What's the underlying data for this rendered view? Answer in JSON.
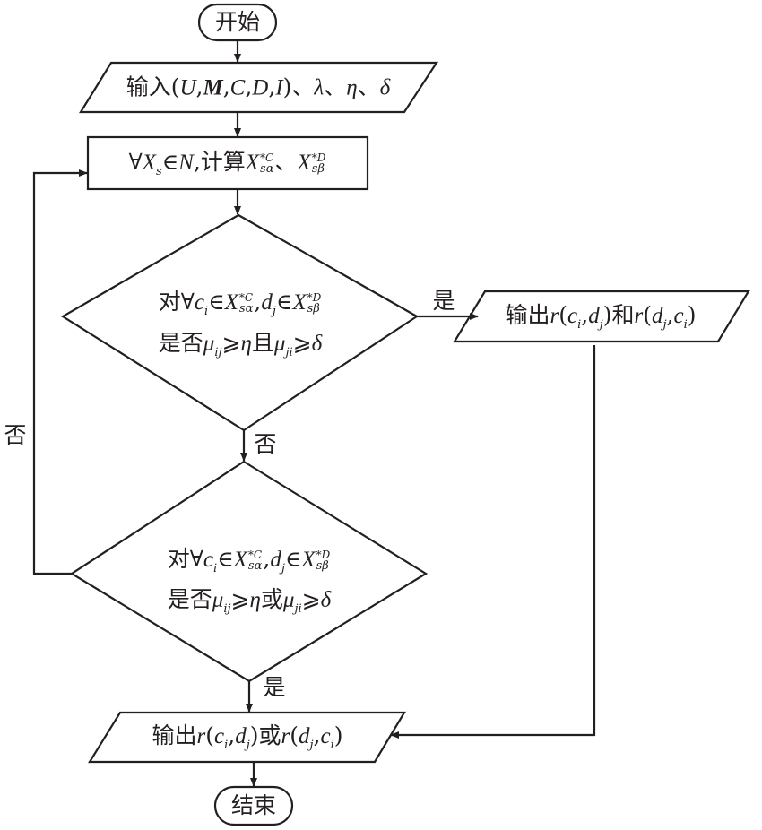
{
  "start": "开始",
  "end": "结束",
  "input": {
    "prefix": "输入(",
    "U": "U",
    "M": "M",
    "C": "C",
    "D": "D",
    "I": "I",
    "suffix": ")、",
    "lambda": "λ",
    "sep": "、",
    "eta": "η",
    "delta": "δ",
    "comma": ","
  },
  "compute": {
    "forall": "∀",
    "X": "X",
    "s": "s",
    "in": "∈",
    "N": "N",
    "label": ",计算",
    "sup_c": "*C",
    "sup_d": "*D",
    "sub_a": "sα",
    "sub_b": "sβ",
    "sep": "、"
  },
  "decision1": {
    "line1_prefix": "对∀",
    "c": "c",
    "i": "i",
    "d": "d",
    "j": "j",
    "line2_prefix": "是否",
    "mu": "μ",
    "ij": "ij",
    "ji": "ji",
    "geq": "⩾",
    "conj": "且"
  },
  "decision2": {
    "conj": "或"
  },
  "output1": {
    "prefix": "输出",
    "r": "r",
    "and": "和"
  },
  "output2": {
    "prefix": "输出",
    "or": "或"
  },
  "labels": {
    "yes": "是",
    "no": "否"
  }
}
